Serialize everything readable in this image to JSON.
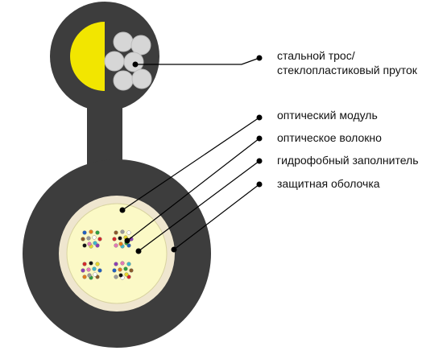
{
  "colors": {
    "sheath": "#3d3d3d",
    "sheath_edge": "#2a2a2a",
    "yellow_half": "#f2e600",
    "steel_rod": "#d6d6d6",
    "steel_rod_edge": "#bdbdbd",
    "module_fill": "#fbf9c6",
    "core_ring": "#efe6cf",
    "leader": "#000000",
    "dot": "#000000"
  },
  "labels": [
    {
      "id": "steel-rope",
      "lines": [
        "стальной трос/",
        "стеклопластиковый пруток"
      ]
    },
    {
      "id": "optical-module",
      "lines": [
        "оптический модуль"
      ]
    },
    {
      "id": "optical-fiber",
      "lines": [
        "оптическое волокно"
      ]
    },
    {
      "id": "hydrophobic-filler",
      "lines": [
        "гидрофобный заполнитель"
      ]
    },
    {
      "id": "protective-sheath",
      "lines": [
        "защитная оболочка"
      ]
    }
  ],
  "fiber_colors": [
    "#1f5fbf",
    "#e07b1a",
    "#2e9e3e",
    "#8a5a2b",
    "#9a9a9a",
    "#ffffff",
    "#d42a2a",
    "#111111",
    "#e6d72a",
    "#8b3fb3",
    "#e377b5",
    "#3fb8c9"
  ]
}
